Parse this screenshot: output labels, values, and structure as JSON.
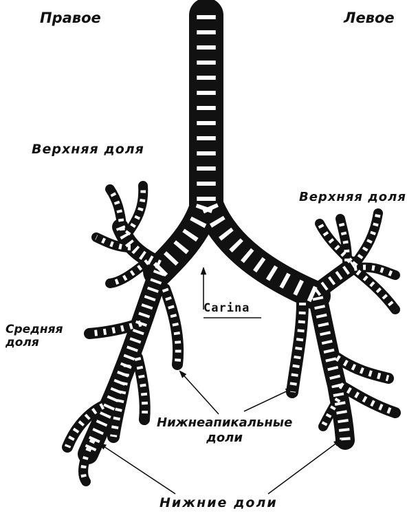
{
  "labels": {
    "right": "Правое",
    "left": "Левое",
    "upper_lobe_right": "Верхняя доля",
    "upper_lobe_left": "Верхняя доля",
    "middle_lobe": "Средняя\nдоля",
    "lower_apical_lobes": "Нижнеапикальные\nдоли",
    "lower_lobes": "Нижние доли",
    "carina": "Carina"
  },
  "colors": {
    "ink": "#111111",
    "paper": "#ffffff"
  }
}
